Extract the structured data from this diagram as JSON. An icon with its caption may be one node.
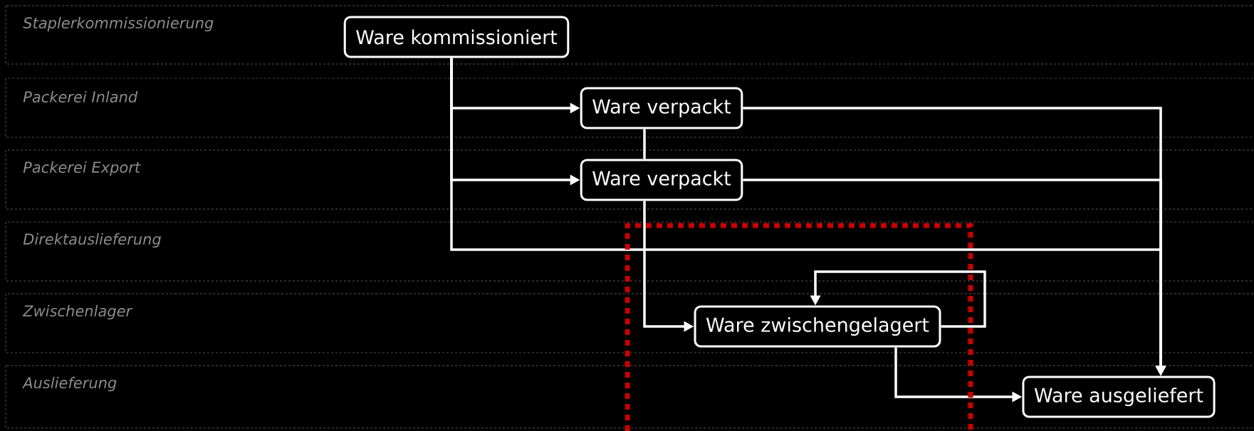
{
  "diagram": {
    "nodes": [
      {
        "text": [
          "Ware kommissioniert"
        ]
      },
      {
        "text": [
          "Ware verpackt"
        ]
      },
      {
        "text": [
          "Ware verpackt"
        ]
      },
      {
        "text": [
          "Ware zwischengelagert"
        ]
      },
      {
        "text": [
          "Ware ausgeliefert"
        ]
      }
    ],
    "edges": [
      {
        "from": 0,
        "to": 1,
        "arrow": "to"
      },
      {
        "from": 0,
        "to": 2,
        "arrow": "to"
      },
      {
        "from": 0,
        "to": 4,
        "arrow": "to"
      },
      {
        "from": 1,
        "to": 4,
        "arrow": "to"
      },
      {
        "from": 2,
        "to": 4,
        "arrow": "to"
      },
      {
        "from": 1,
        "to": 2,
        "arrow": "none"
      },
      {
        "from": 2,
        "to": 3,
        "arrow": "to"
      },
      {
        "from": 3,
        "to": 3,
        "arrow": "to"
      },
      {
        "from": 3,
        "to": 4,
        "arrow": "to"
      }
    ],
    "labels": [
      "Staplerkommissionierung",
      "Packerei Inland",
      "Packerei Export",
      "Direktauslieferung",
      "Zwischenlager",
      "Auslieferung"
    ]
  }
}
